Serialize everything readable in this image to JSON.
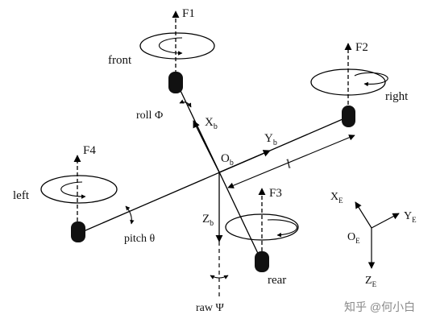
{
  "rotors": {
    "front": {
      "force": "F1",
      "label": "front"
    },
    "right": {
      "force": "F2",
      "label": "right"
    },
    "rear": {
      "force": "F3",
      "label": "rear"
    },
    "left": {
      "force": "F4",
      "label": "left"
    }
  },
  "body_frame": {
    "origin": "O",
    "origin_sub": "b",
    "x_axis": "X",
    "x_sub": "b",
    "y_axis": "Y",
    "y_sub": "b",
    "z_axis": "Z",
    "z_sub": "b",
    "arm_length": "l"
  },
  "angles": {
    "roll": "roll Φ",
    "pitch": "pitch θ",
    "yaw": "raw Ψ"
  },
  "earth_frame": {
    "origin": "O",
    "origin_sub": "E",
    "x_axis": "X",
    "x_sub": "E",
    "y_axis": "Y",
    "y_sub": "E",
    "z_axis": "Z",
    "z_sub": "E"
  },
  "watermark": "知乎 @何小白"
}
